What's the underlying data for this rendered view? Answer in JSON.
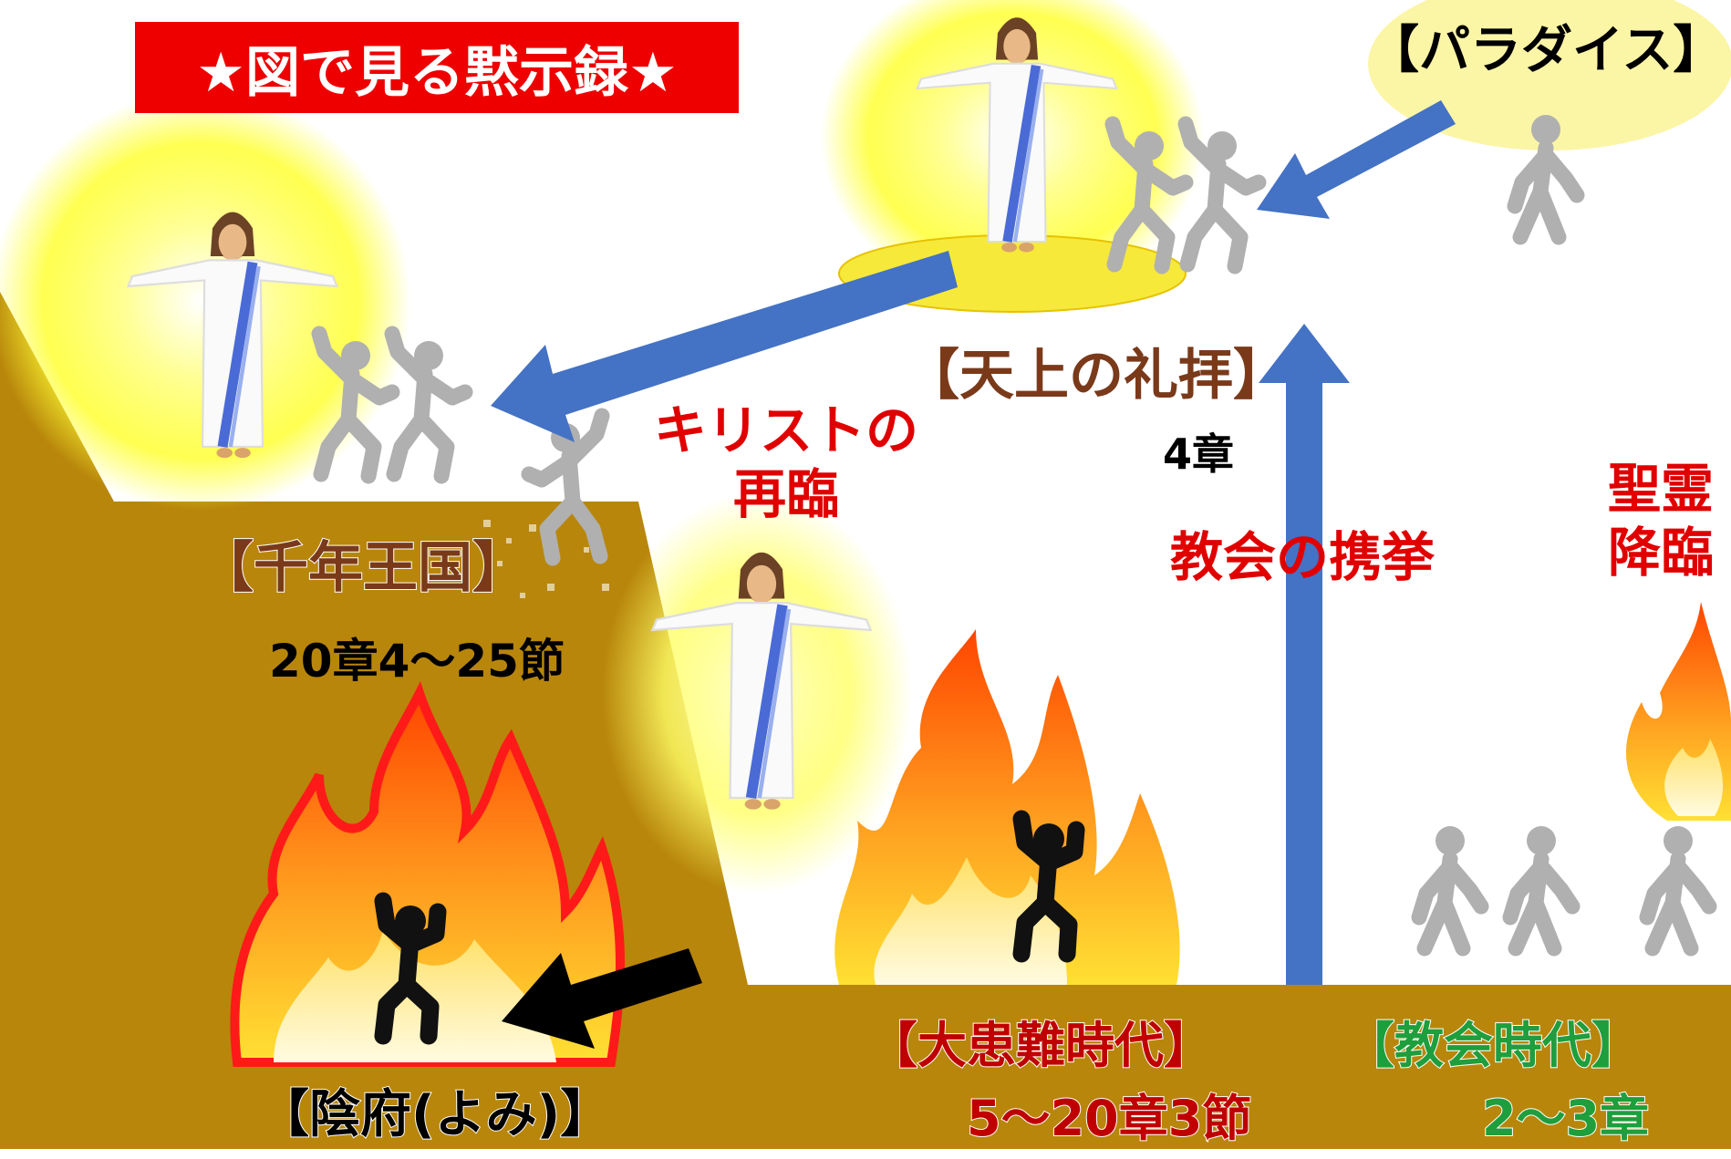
{
  "title": "★図で見る黙示録★",
  "labels": {
    "paradise": "【パラダイス】",
    "heavenly_worship": "【天上の礼拝】",
    "chapter_4": "4章",
    "second_coming": "キリストの\n再臨",
    "millennium": "【千年王国】",
    "millennium_ref": "20章4～25節",
    "rapture": "教会の携挙",
    "holy_spirit": "聖霊\n降臨",
    "tribulation": "【大患難時代】",
    "tribulation_ref": "5～20章3節",
    "church_age": "【教会時代】",
    "church_age_ref": "2～3章",
    "hades": "【陰府(よみ)】"
  },
  "colors": {
    "title_bg": "#ee0000",
    "ground": "#b8860b",
    "heaven_glow": "#ffff33",
    "arrow_blue": "#4472c4",
    "red_text": "#e00000",
    "dark_red_text": "#c00000",
    "green_text": "#1e9e3c",
    "brown_text": "#7a3a1a"
  },
  "icons": [
    "christ-figure",
    "person-walking",
    "person-jumping",
    "fire",
    "arrow"
  ]
}
